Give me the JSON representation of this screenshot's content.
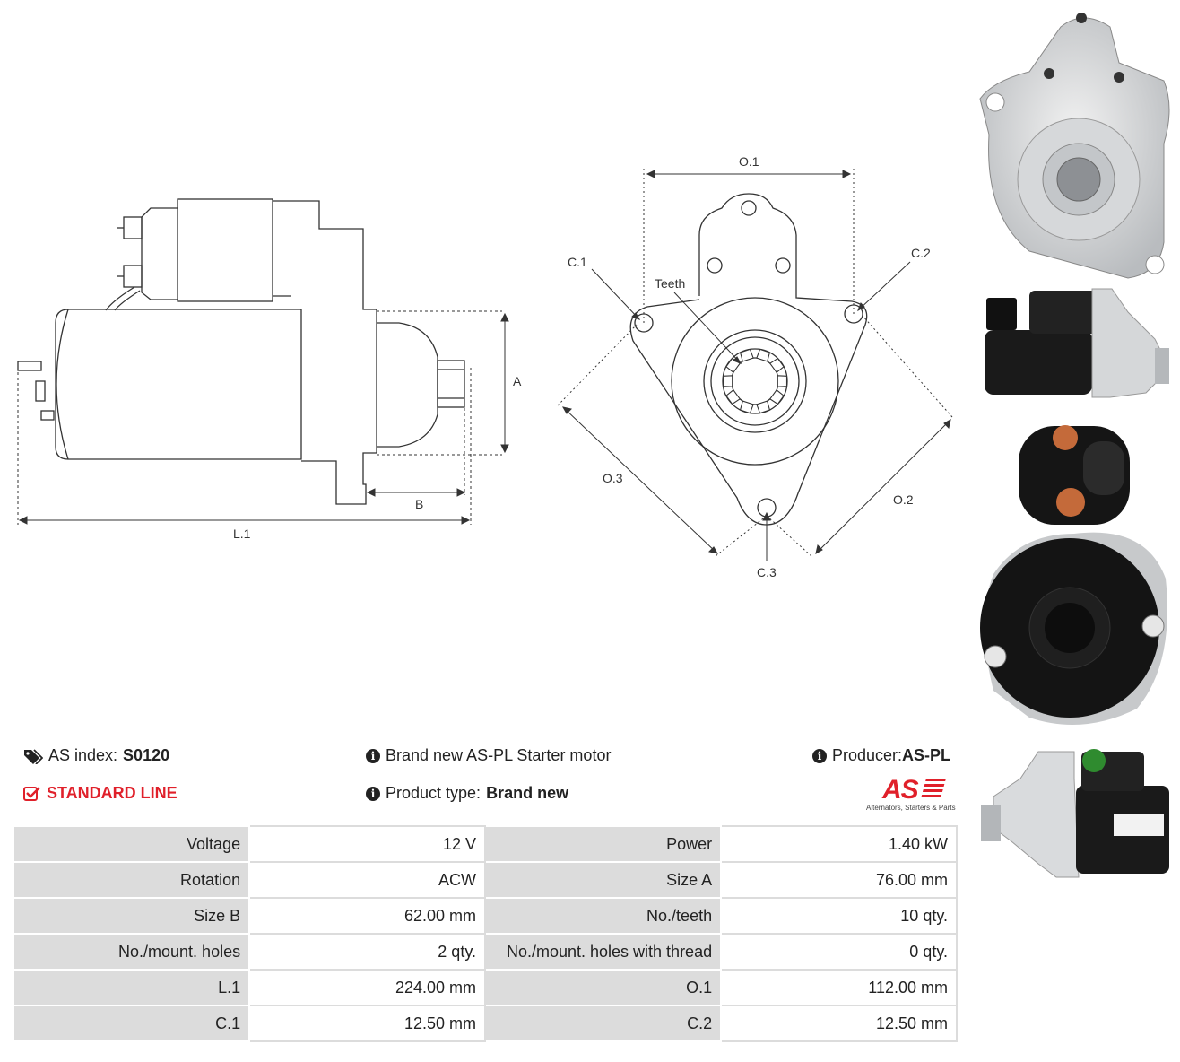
{
  "drawings": {
    "side_view": {
      "labels": {
        "A": "A",
        "B": "B",
        "L1": "L.1"
      }
    },
    "front_view": {
      "labels": {
        "O1": "O.1",
        "O2": "O.2",
        "O3": "O.3",
        "C1": "C.1",
        "C2": "C.2",
        "C3": "C.3",
        "teeth": "Teeth"
      }
    }
  },
  "photos": [
    {
      "name": "front-flange-photo",
      "view": "mounting flange with pinion"
    },
    {
      "name": "side-photo-small",
      "view": "side view"
    },
    {
      "name": "rear-photo",
      "view": "rear cover with terminals"
    },
    {
      "name": "side-photo-large",
      "view": "side view with label"
    }
  ],
  "info": {
    "as_index_label": "AS index:",
    "as_index_value": "S0120",
    "line_label": "STANDARD LINE",
    "description": "Brand new AS-PL Starter motor",
    "product_type_label": "Product type:",
    "product_type_value": "Brand new",
    "producer_label": "Producer:",
    "producer_value": "AS-PL",
    "logo_text": "AS",
    "logo_tagline": "Alternators, Starters & Parts"
  },
  "specs": [
    {
      "l1": "Voltage",
      "v1": "12 V",
      "l2": "Power",
      "v2": "1.40 kW"
    },
    {
      "l1": "Rotation",
      "v1": "ACW",
      "l2": "Size A",
      "v2": "76.00 mm"
    },
    {
      "l1": "Size B",
      "v1": "62.00 mm",
      "l2": "No./teeth",
      "v2": "10 qty."
    },
    {
      "l1": "No./mount. holes",
      "v1": "2 qty.",
      "l2": "No./mount. holes with thread",
      "v2": "0 qty."
    },
    {
      "l1": "L.1",
      "v1": "224.00 mm",
      "l2": "O.1",
      "v2": "112.00 mm"
    },
    {
      "l1": "C.1",
      "v1": "12.50 mm",
      "l2": "C.2",
      "v2": "12.50 mm"
    }
  ],
  "colors": {
    "accent_red": "#e0202a",
    "label_bg": "#dcdcdc",
    "line": "#333333"
  }
}
